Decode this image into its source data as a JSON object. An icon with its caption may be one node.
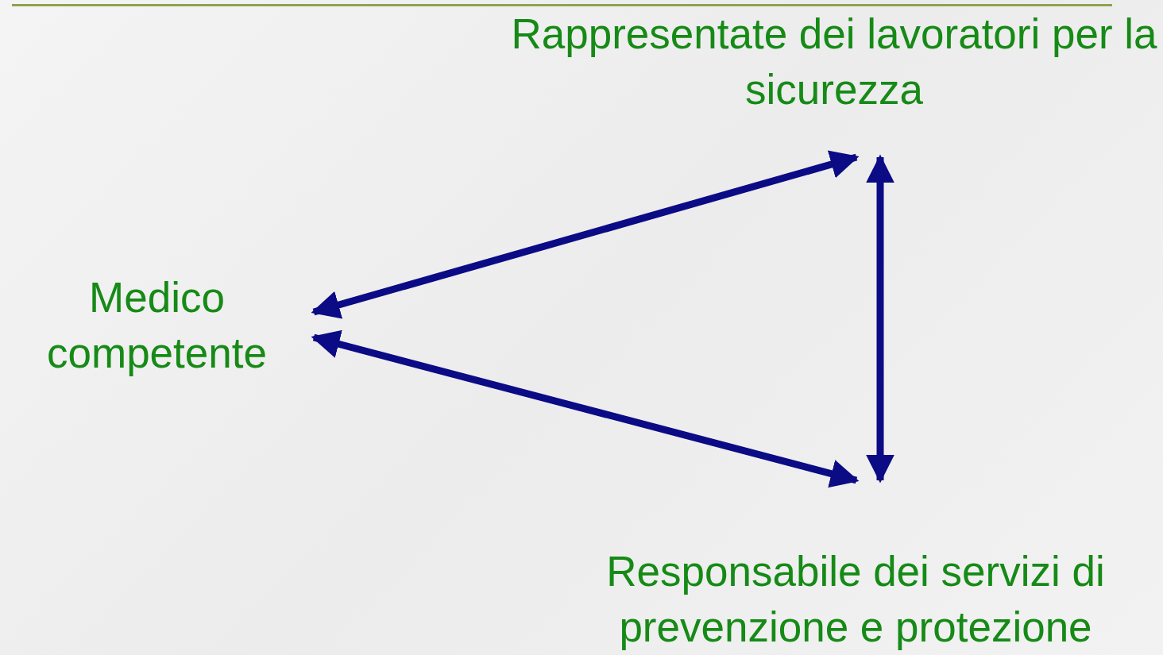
{
  "diagram": {
    "nodes": [
      {
        "text": [
          "Rappresentate dei lavoratori per la sicurezza"
        ]
      },
      {
        "text": [
          "Medico competente"
        ]
      },
      {
        "text": [
          "Responsabile dei servizi di prevenzione e protezione"
        ]
      }
    ],
    "edges": [
      {
        "from": 1,
        "to": 0,
        "arrow": "both"
      },
      {
        "from": 1,
        "to": 2,
        "arrow": "both"
      },
      {
        "from": 0,
        "to": 2,
        "arrow": "both"
      }
    ]
  }
}
